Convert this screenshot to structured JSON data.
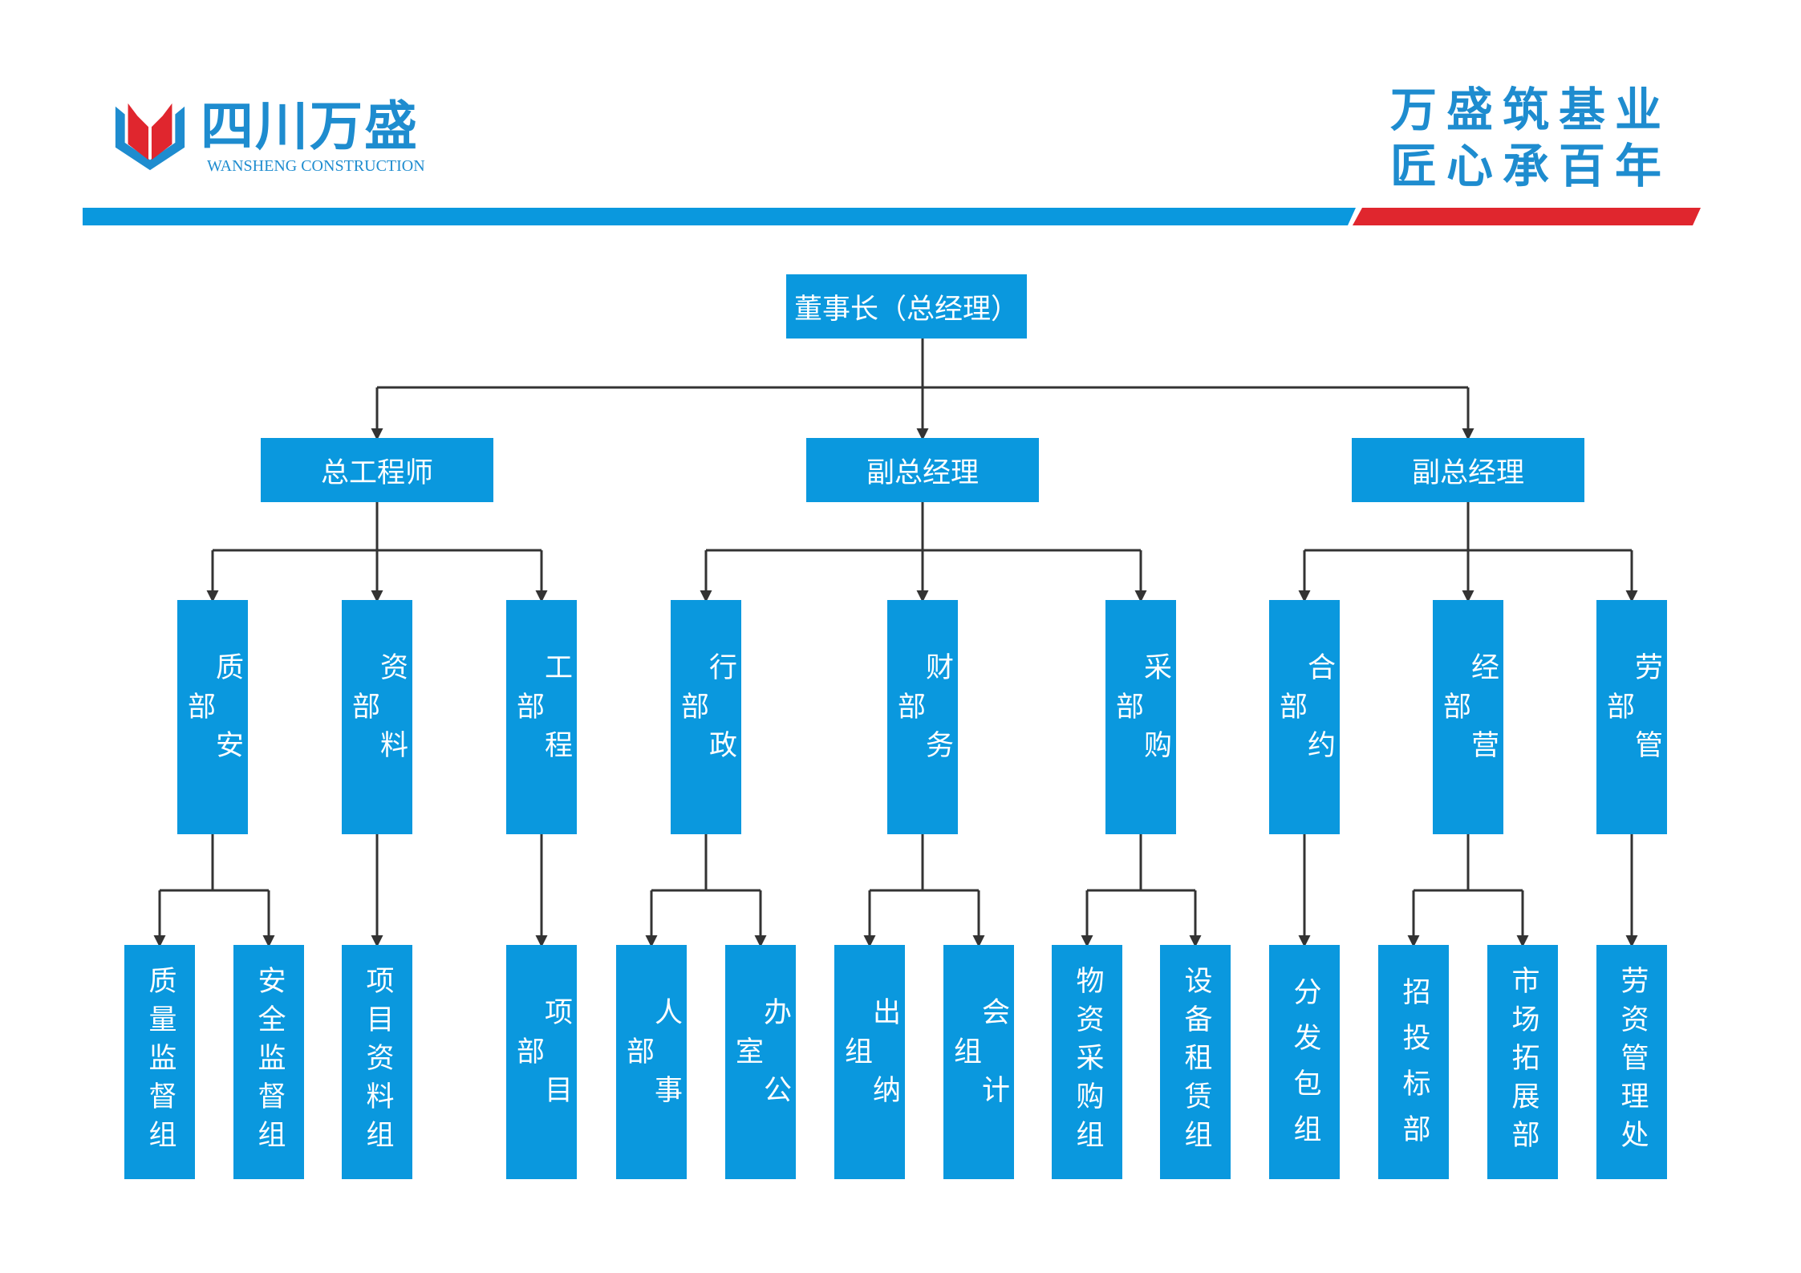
{
  "header": {
    "logo_cn": "四川万盛",
    "logo_en": "WANSHENG CONSTRUCTION",
    "slogan_line1": "万盛筑基业",
    "slogan_line2": "匠心承百年",
    "colors": {
      "brand_blue": "#1e8ccf",
      "accent_red": "#e0262e",
      "node_fill": "#0a98de"
    }
  },
  "org": {
    "root": "董事长（总经理）",
    "level1": [
      "总工程师",
      "副总经理",
      "副总经理"
    ],
    "level2": [
      "质安部",
      "资料部",
      "工程部",
      "行政部",
      "财务部",
      "采购部",
      "合约部",
      "经营部",
      "劳管部"
    ],
    "level3": [
      "质量监督组",
      "安全监督组",
      "项目资料组",
      "项目部",
      "人事部",
      "办公室",
      "出纳组",
      "会计组",
      "物资采购组",
      "设备租赁组",
      "分发包组",
      "招投标部",
      "市场拓展部",
      "劳资管理处"
    ]
  }
}
